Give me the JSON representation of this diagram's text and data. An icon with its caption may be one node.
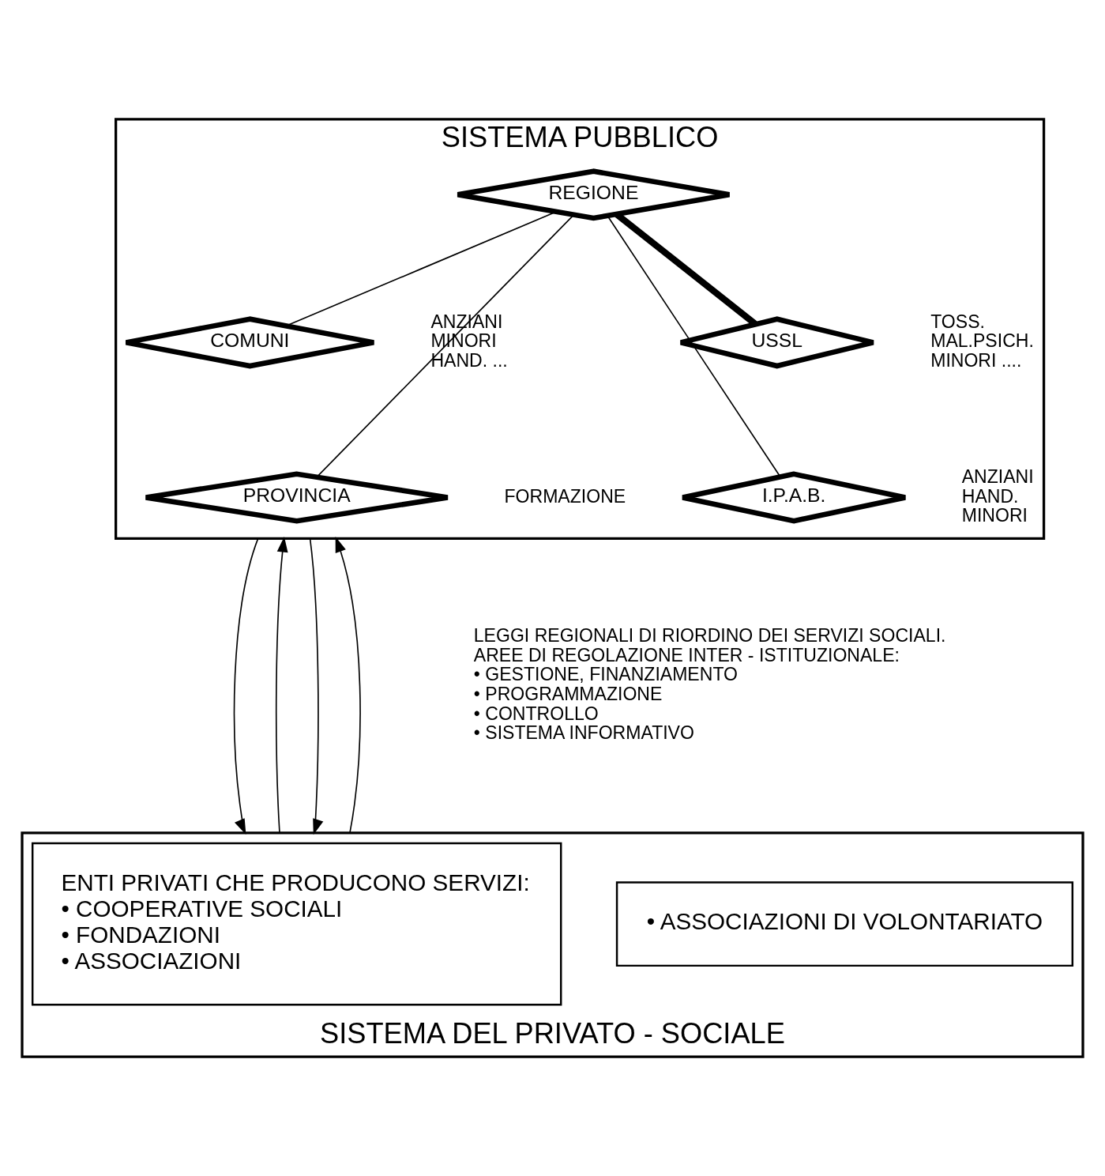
{
  "diagram": {
    "nodes": [
      {
        "text": [
          "SISTEMA PUBBLICO"
        ]
      },
      {
        "text": [
          "REGIONE"
        ],
        "in": 0
      },
      {
        "text": [
          "COMUNI"
        ],
        "in": 0,
        "beside": [
          "ANZIANI MINORI HAND. ..."
        ]
      },
      {
        "text": [
          "PROVINCIA"
        ],
        "in": 0,
        "beside": [
          "FORMAZIONE"
        ]
      },
      {
        "text": [
          "I.P.A.B."
        ],
        "in": 0,
        "beside": [
          "ANZIANI HAND. MINORI"
        ]
      },
      {
        "text": [
          "USSL"
        ],
        "in": 0,
        "beside": [
          "TOSS. MAL.PSICH. MINORI ...."
        ]
      },
      {
        "text": [
          "SISTEMA DEL PRIVATO - SOCIALE"
        ]
      },
      {
        "text": [
          "ENTI PRIVATI CHE PRODUCONO SERVIZI:",
          "• COOPERATIVE SOCIALI",
          "• FONDAZIONI",
          "• ASSOCIAZIONI"
        ],
        "in": 6
      },
      {
        "text": [
          "• ASSOCIAZIONI DI VOLONTARIATO"
        ],
        "in": 6
      }
    ],
    "edges": [
      {
        "from": 1,
        "to": 2,
        "arrow": "none"
      },
      {
        "from": 1,
        "to": 3,
        "arrow": "none"
      },
      {
        "from": 1,
        "to": 4,
        "arrow": "none"
      },
      {
        "from": 1,
        "to": 5,
        "arrow": "none",
        "style": "thick"
      },
      {
        "from": 0,
        "to": 6,
        "arrow": "to"
      },
      {
        "from": 6,
        "to": 0,
        "arrow": "to"
      },
      {
        "from": 0,
        "to": 6,
        "arrow": "to"
      },
      {
        "from": 6,
        "to": 0,
        "arrow": "to"
      }
    ],
    "labels": [
      "LEGGI REGIONALI DI RIORDINO DEI SERVIZI SOCIALI.",
      "AREE DI REGOLAZIONE INTER - ISTITUZIONALE:",
      "• GESTIONE, FINANZIAMENTO",
      "• PROGRAMMAZIONE",
      "• CONTROLLO",
      "• SISTEMA INFORMATIVO"
    ]
  }
}
